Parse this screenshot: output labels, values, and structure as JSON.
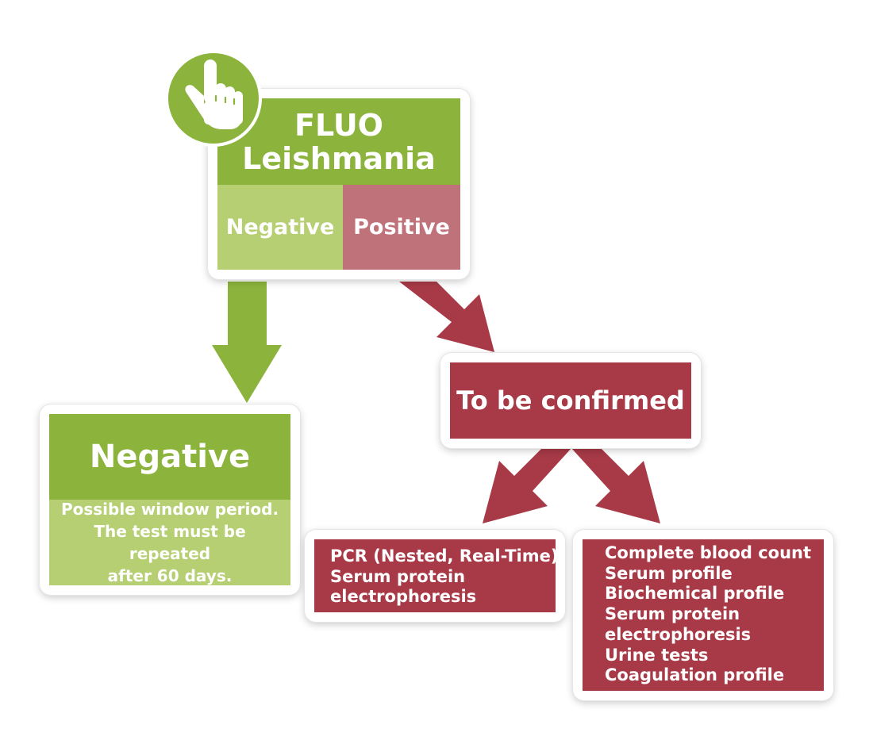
{
  "test": {
    "title": "FLUO\nLeishmania",
    "negative_label": "Negative",
    "positive_label": "Positive",
    "icon": "pointing-hand-icon"
  },
  "negative_result": {
    "title": "Negative",
    "description": "Possible window period.\nThe test must be repeated\nafter 60 days."
  },
  "confirm": {
    "title": "To be confirmed"
  },
  "option_a": {
    "items": [
      "PCR (Nested, Real-Time)",
      "Serum protein",
      "electrophoresis"
    ]
  },
  "option_b": {
    "items": [
      "Complete blood count",
      "Serum profile",
      "Biochemical profile",
      "Serum protein",
      "electrophoresis",
      "Urine tests",
      "Coagulation profile"
    ]
  },
  "colors": {
    "green_dark": "#8cb43c",
    "green_light": "#b5cf72",
    "red_dark": "#a83a47",
    "red_light": "#c0727b"
  }
}
